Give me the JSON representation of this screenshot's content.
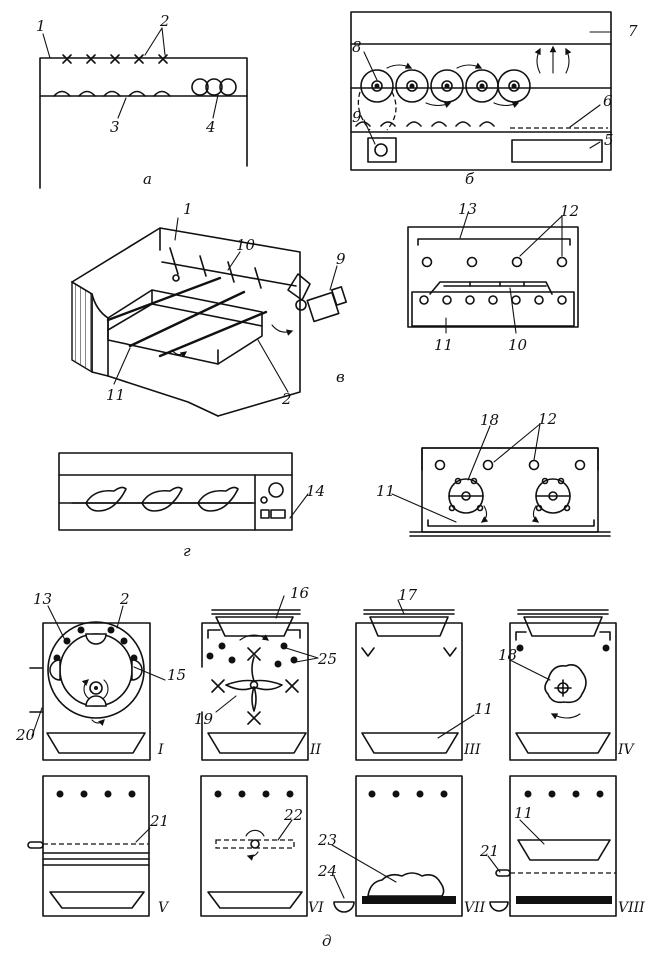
{
  "panel_captions": {
    "a": "а",
    "b": "б",
    "v": "в",
    "g": "г",
    "d": "д"
  },
  "callouts": {
    "n1": "1",
    "n2": "2",
    "n3": "3",
    "n4": "4",
    "n5": "5",
    "n6": "6",
    "n7": "7",
    "n8": "8",
    "n9": "9",
    "n10": "10",
    "n11": "11",
    "n12": "12",
    "n13": "13",
    "n14": "14",
    "n15": "15",
    "n16": "16",
    "n17": "17",
    "n18": "18",
    "n19": "19",
    "n20": "20",
    "n21": "21",
    "n22": "22",
    "n23": "23",
    "n24": "24",
    "n25": "25"
  },
  "stages": {
    "s1": "I",
    "s2": "II",
    "s3": "III",
    "s4": "IV",
    "s5": "V",
    "s6": "VI",
    "s7": "VII",
    "s8": "VIII"
  }
}
